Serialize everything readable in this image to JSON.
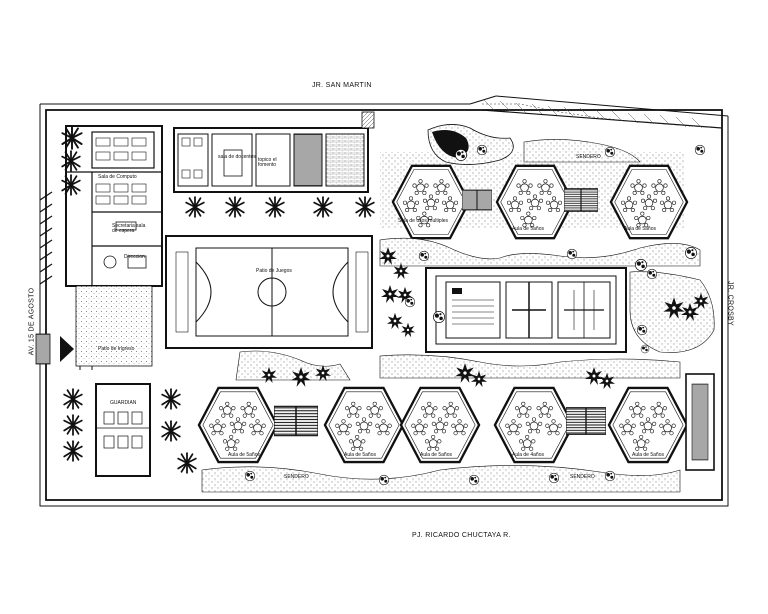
{
  "streets": {
    "north": "JR. SAN MARTIN",
    "south": "PJ. RICARDO CHUCTAYA R.",
    "west": "AV. 15 DE AGOSTO",
    "east": "JR. CROSBY"
  },
  "rooms": {
    "sala_computo": "Sala de Computo",
    "secretaria": "Secretaria sala de espera",
    "direccion": "Direccion",
    "sala_docentes": "sala de docentes",
    "topico": "topico el fomento",
    "sala_usos": "Sala de usos multiples",
    "patio_ingreso": "Patio de Ingreso",
    "guardiania": "GUARDIAN",
    "patio_juegos": "Patio de Juegos",
    "sendero_top": "SENDERO",
    "sendero_bottom_left": "SENDERO",
    "sendero_bottom_right": "SENDERO",
    "aula_1": "Aula de 5años",
    "aula_2": "Aula de 5años",
    "aula_3": "Aula de 5años",
    "aula_4": "Aula de 5años",
    "aula_5": "Aula de 5años",
    "aula_6": "Aula de 4años",
    "aula_7": "Aula de 5años"
  }
}
